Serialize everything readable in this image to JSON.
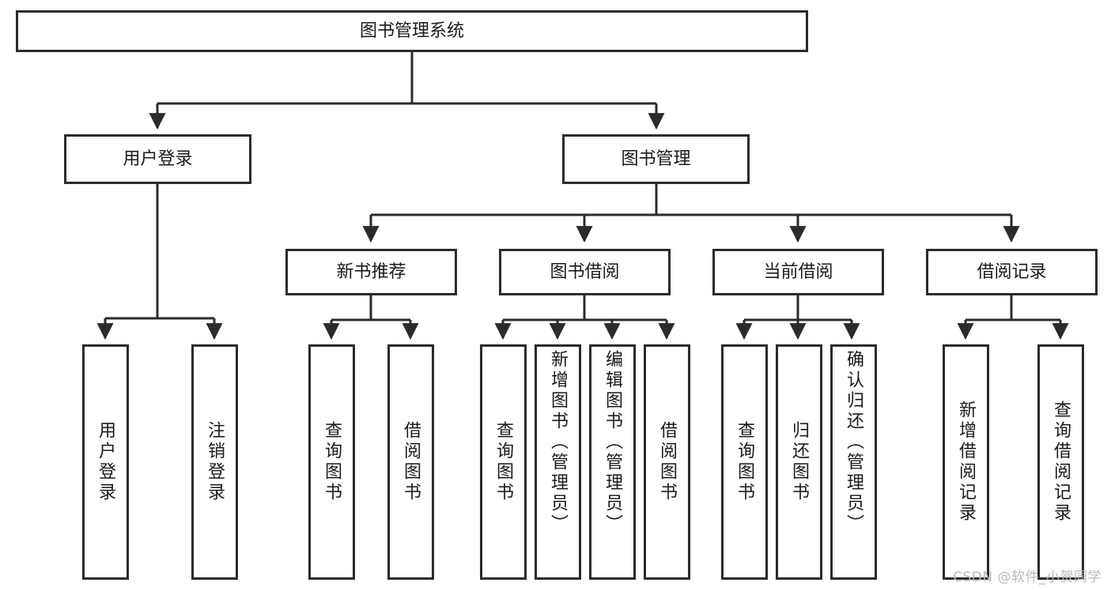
{
  "diagram": {
    "type": "tree-hierarchy",
    "title": "图书管理系统",
    "root": {
      "id": "root",
      "label": "图书管理系统"
    },
    "level2": [
      {
        "id": "user-login",
        "label": "用户登录"
      },
      {
        "id": "book-manage",
        "label": "图书管理"
      }
    ],
    "level3": [
      {
        "id": "new-book-rec",
        "label": "新书推荐",
        "parent": "book-manage"
      },
      {
        "id": "book-borrow",
        "label": "图书借阅",
        "parent": "book-manage"
      },
      {
        "id": "current-borrow",
        "label": "当前借阅",
        "parent": "book-manage"
      },
      {
        "id": "borrow-record",
        "label": "借阅记录",
        "parent": "book-manage"
      }
    ],
    "leaves": {
      "user-login": [
        {
          "id": "leaf-user-login",
          "label": "用户登录"
        },
        {
          "id": "leaf-logout",
          "label": "注销登录"
        }
      ],
      "new-book-rec": [
        {
          "id": "leaf-query-book-1",
          "label": "查询图书"
        },
        {
          "id": "leaf-borrow-book-1",
          "label": "借阅图书"
        }
      ],
      "book-borrow": [
        {
          "id": "leaf-query-book-2",
          "label": "查询图书"
        },
        {
          "id": "leaf-add-book",
          "label": "新增图书（管理员）"
        },
        {
          "id": "leaf-edit-book",
          "label": "编辑图书（管理员）"
        },
        {
          "id": "leaf-borrow-book-2",
          "label": "借阅图书"
        }
      ],
      "current-borrow": [
        {
          "id": "leaf-query-book-3",
          "label": "查询图书"
        },
        {
          "id": "leaf-return-book",
          "label": "归还图书"
        },
        {
          "id": "leaf-confirm-return",
          "label": "确认归还（管理员）"
        }
      ],
      "borrow-record": [
        {
          "id": "leaf-add-record",
          "label": "新增借阅记录"
        },
        {
          "id": "leaf-query-record",
          "label": "查询借阅记录"
        }
      ]
    }
  },
  "watermark": {
    "text": "CSDN @软件_小贺同学"
  },
  "colors": {
    "stroke": "#2b2b2b",
    "background": "#ffffff",
    "text": "#1a1a1a",
    "watermark": "#b9b9b9"
  }
}
